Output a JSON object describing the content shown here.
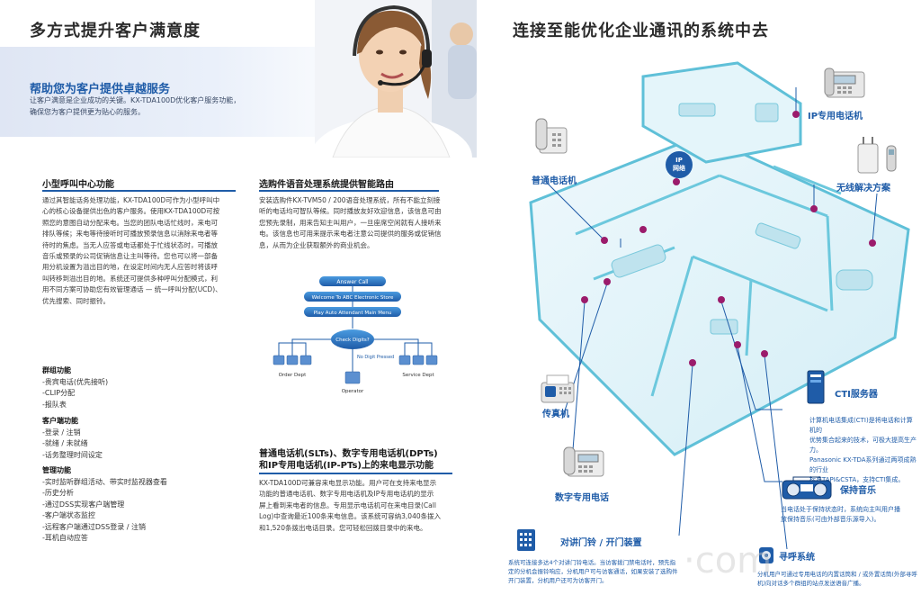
{
  "left_page": {
    "title": "多方式提升客户满意度",
    "banner": {
      "heading": "帮助您为客户提供卓越服务",
      "line1": "让客户满意是企业成功的关键。KX-TDA100D优化客户服务功能，",
      "line2": "确保您为客户提供更为贴心的服务。"
    },
    "call_center": {
      "heading": "小型呼叫中心功能",
      "lines": [
        "通过其智能话务处理功能，KX-TDA100D可作为小型呼叫中",
        "心的核心设备提供出色的客户服务。使用KX-TDA100D可按",
        "照您的意图自动分配来电。当您的团队电话忙线时，来电可",
        "排队等候；来电等待接听时可播放预录信息以消除来电者等",
        "待时的焦虑。当无人应答或电话都处于忙线状态时，可播放",
        "音乐或预录的公司促销信息让主叫等待。您也可以将一部备",
        "用分机设置为溢出目的地，在设定时间内无人应答时将该呼",
        "叫转移到溢出目的地。系统还可提供多种呼叫分配模式，利",
        "用不同方案可协助您有效管理通话 — 统一呼叫分配(UCD)、",
        "优先搜索、同时振铃。"
      ]
    },
    "features": [
      {
        "heading": "群组功能",
        "items": [
          "-贵宾电话(优先接听)",
          "-CLIP分配",
          "-报队表"
        ]
      },
      {
        "heading": "客户端功能",
        "items": [
          "-登录 / 注销",
          "-就绪 / 未就绪",
          "-话务整理时间设定"
        ]
      },
      {
        "heading": "管理功能",
        "items": [
          "-实时监听群组活动、带实时监视器查看",
          "-历史分析",
          "-通过DSS实现客户端管理",
          "-客户端状态监控",
          "-远程客户端通过DSS登录 / 注销",
          "-耳机自动应答"
        ]
      }
    ],
    "voice_routing": {
      "heading": "选购件语音处理系统提供智能路由",
      "lines": [
        "安装选购件KX-TVM50 / 200语音处理系统，所有不能立刻接",
        "听的电话均可智队等候。同时播放友好欢迎信息，该信息可由",
        "您预先录制，用来告知主叫用户，一旦座席空闲就有人接听来",
        "电。该信息也可用来提示来电者注意公司提供的服务或促销信",
        "息，从而为企业获取额外的商业机会。"
      ]
    },
    "flowchart": {
      "nodes": [
        "Answer Call",
        "Welcome To ABC Electronic Store",
        "Play Auto Attendant Main Menu",
        "Check Digits?"
      ],
      "branch_label": "No Digit Pressed",
      "destinations": [
        "Order Dept",
        "Operator",
        "Service Dept"
      ]
    },
    "caller_id": {
      "heading_line1": "普通电话机(SLTs)、数字专用电话机(DPTs)",
      "heading_line2": "和IP专用电话机(IP-PTs)上的来电显示功能",
      "lines": [
        "KX-TDA100D可兼容来电显示功能。用户可在支持来电显示",
        "功能的普通电话机、数字专用电话机及IP专用电话机的显示",
        "屏上看到来电者的信息。专用显示电话机可在来电目录(Call",
        "Log)中查询最近100条来电信息。该系统可容纳3,040条拨入",
        "和1,520条拨出电话目录。您可轻松回拨目录中的来电。"
      ]
    }
  },
  "right_page": {
    "title": "连接至能优化企业通讯的系统中去",
    "network_badge": [
      "IP",
      "网络"
    ],
    "devices": {
      "ip_phone": "IP专用电话机",
      "analog_phone": "普通电话机",
      "wireless": "无线解决方案",
      "fax": "传真机",
      "cti_server": "CTI服务器",
      "digital_phone": "数字专用电话",
      "music_on_hold": "保持音乐",
      "door_phone": "对讲门铃 / 开门装置",
      "paging": "寻呼系统"
    },
    "descriptions": {
      "cti": [
        "计算机电话集成(CTI)是将电话和计算机的",
        "优势集合起来的技术，可极大提高生产力。",
        "Panasonic KX-TDA系列通过两项成熟的行业",
        "标准TAPI&CSTA，支持CTI集成。"
      ],
      "music": [
        "当电话处于保持状态时，系统向主叫用户播",
        "放保持音乐(可由外部音乐源导入)。"
      ],
      "door": [
        "系统可连接多达4个对讲门铃电话。当访客拨门禁电话时，预先指",
        "定的分机会振铃响应，分机用户可与访客通话，如果安装了选购件",
        "开门装置，分机用户还可为访客开门。"
      ],
      "paging": [
        "分机用户可通过专用电话的内置话筒和 / 或外置话筒(外部寻呼",
        "机)向对话多个群组的站点发送语音广播。"
      ]
    },
    "watermark": "·com"
  }
}
